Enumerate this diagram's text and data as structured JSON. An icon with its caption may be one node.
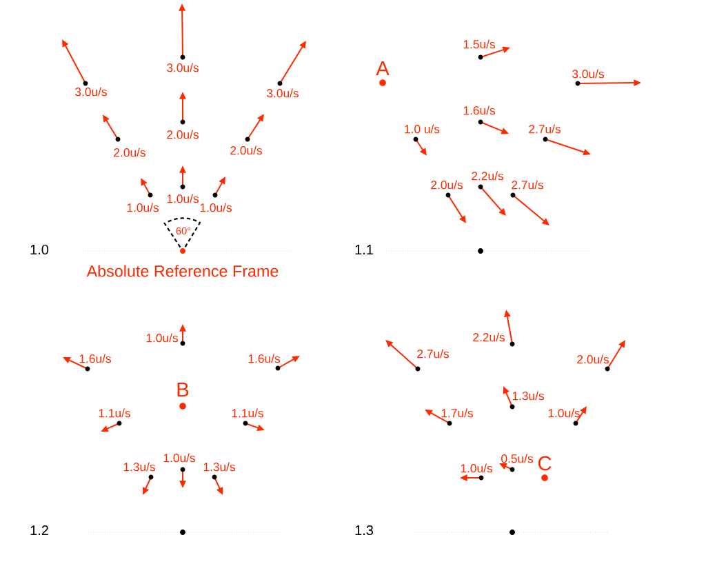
{
  "diagram": {
    "labels": [
      "3.0u/s",
      "3.0u/s",
      "3.0u/s",
      "2.0u/s",
      "2.0u/s",
      "2.0u/s",
      "1.0u/s",
      "1.0u/s",
      "1.0u/s",
      "60°",
      "1.0",
      "Absolute Reference Frame",
      "1.5u/s",
      "A",
      "3.0u/s",
      "1.6u/s",
      "1.0 u/s",
      "2.7u/s",
      "2.2u/s",
      "2.0u/s",
      "2.7u/s",
      "1.1",
      "1.0u/s",
      "1.6u/s",
      "1.6u/s",
      "B",
      "1.1u/s",
      "1.1u/s",
      "1.0u/s",
      "1.3u/s",
      "1.3u/s",
      "1.2",
      "2.2u/s",
      "2.7u/s",
      "2.0u/s",
      "1.3u/s",
      "1.7u/s",
      "1.0u/s",
      "0.5u/s",
      "C",
      "1.0u/s",
      "1.3"
    ]
  }
}
